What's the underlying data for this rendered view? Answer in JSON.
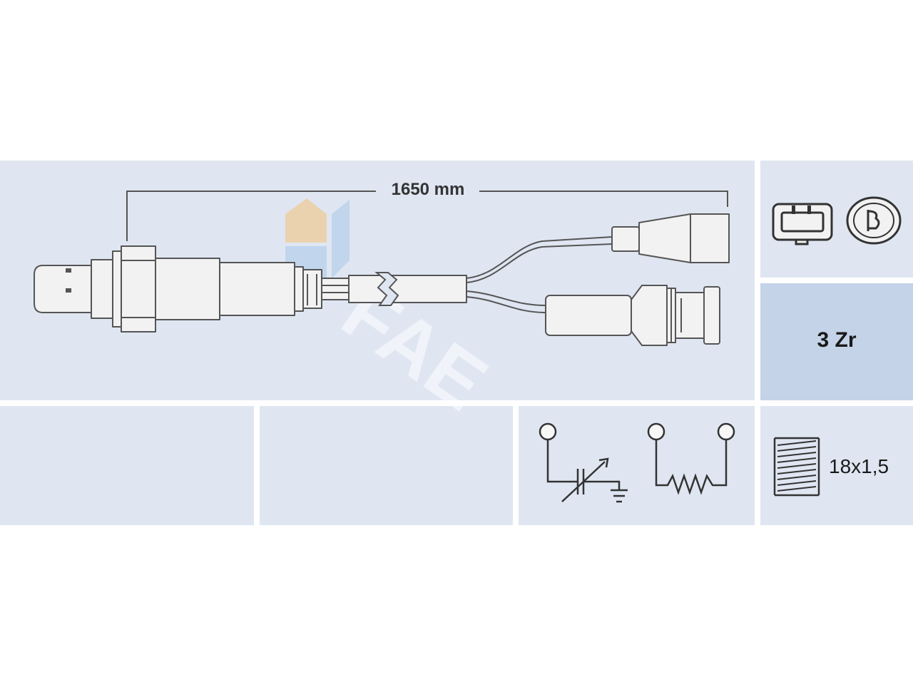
{
  "sensor": {
    "cable_length": "1650 mm",
    "sensor_type": "3 Zr",
    "thread_size": "18x1,5"
  },
  "watermark": {
    "brand": "FAE"
  },
  "icons": {
    "connector": "connector-face-icon",
    "connector_pin": "round-connector-icon",
    "schematic": "sensor-wiring-schematic-icon",
    "thread": "thread-icon"
  },
  "colors": {
    "panel": "#dfe6f2",
    "panel_accent": "#c4d3e8",
    "line": "#555555",
    "part_fill": "#f2f2f2",
    "watermark_orange": "#f3c27a",
    "watermark_blue": "#a9c8ea"
  }
}
